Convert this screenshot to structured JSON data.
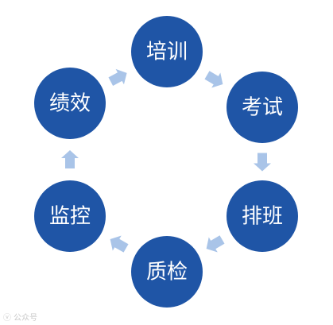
{
  "diagram": {
    "nodes": [
      {
        "id": "training",
        "label": "培训"
      },
      {
        "id": "exam",
        "label": "考试"
      },
      {
        "id": "scheduling",
        "label": "排班"
      },
      {
        "id": "quality-check",
        "label": "质检"
      },
      {
        "id": "monitoring",
        "label": "监控"
      },
      {
        "id": "performance",
        "label": "绩效"
      }
    ],
    "flow": [
      {
        "from": "training",
        "to": "exam"
      },
      {
        "from": "exam",
        "to": "scheduling"
      },
      {
        "from": "scheduling",
        "to": "quality-check"
      },
      {
        "from": "quality-check",
        "to": "monitoring"
      },
      {
        "from": "monitoring",
        "to": "performance"
      },
      {
        "from": "performance",
        "to": "training"
      }
    ],
    "colors": {
      "node_fill": "#1f55a6",
      "node_text": "#ffffff",
      "arrow_fill": "#a9c4e8"
    }
  },
  "watermark": {
    "text": "ⓥ 公众号"
  }
}
